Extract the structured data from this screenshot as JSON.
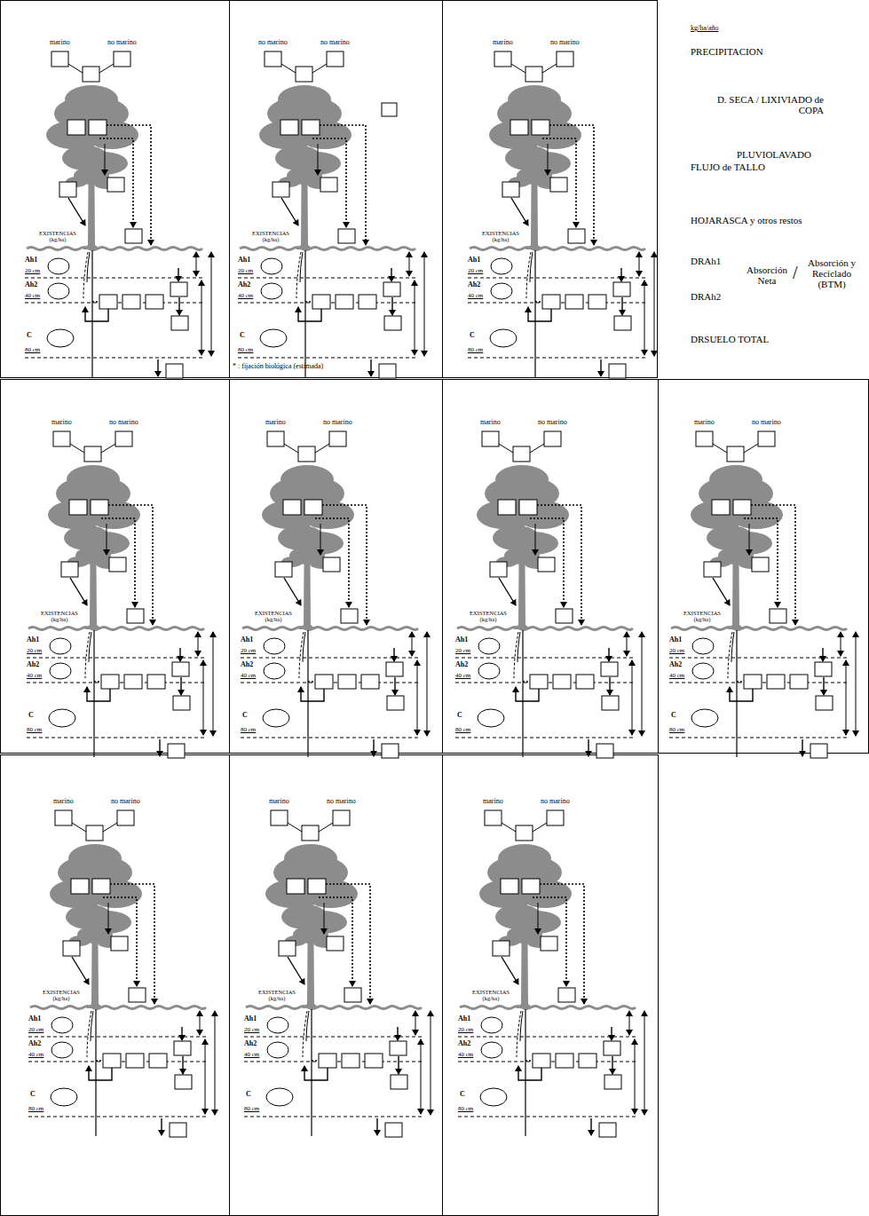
{
  "diagram": {
    "labels": [
      "marino",
      "no marino",
      "EXISTENCIAS (kg/ha)",
      "Ah1",
      "20 cm",
      "Ah2",
      "40 cm",
      "C",
      "80 cm",
      "no marino",
      "no marino",
      "EXISTENCIAS (kg/ha)",
      "Ah1",
      "20 cm",
      "Ah2",
      "40 cm",
      "C",
      "80 cm",
      "* : fijación biológica (estimada)",
      "marino",
      "no marino",
      "EXISTENCIAS (kg/ha)",
      "Ah1",
      "20 cm",
      "Ah2",
      "40 cm",
      "C",
      "80 cm",
      "kg/ha/año",
      "PRECIPITACION",
      "D. SECA / LIXIVIADO de COPA",
      "PLUVIOLAVADO",
      "FLUJO de TALLO",
      "HOJARASCA y otros restos",
      "DRAh1",
      "Absorción Neta",
      "/",
      "Absorción y Reciclado (BTM)",
      "DRAh2",
      "DRSUELO TOTAL",
      "marino",
      "no marino",
      "EXISTENCIAS (kg/ha)",
      "Ah1",
      "20 cm",
      "Ah2",
      "40 cm",
      "C",
      "80 cm",
      "marino",
      "no marino",
      "EXISTENCIAS (kg/ha)",
      "Ah1",
      "20 cm",
      "Ah2",
      "40 cm",
      "C",
      "80 cm",
      "marino",
      "no marino",
      "EXISTENCIAS (kg/ha)",
      "Ah1",
      "20 cm",
      "Ah2",
      "40 cm",
      "C",
      "80 cm",
      "marino",
      "no marino",
      "EXISTENCIAS (kg/ha)",
      "Ah1",
      "20 cm",
      "Ah2",
      "40 cm",
      "C",
      "80 cm",
      "marino",
      "no marino",
      "EXISTENCIAS (kg/ha)",
      "Ah1",
      "20 cm",
      "Ah2",
      "40 cm",
      "C",
      "80 cm",
      "marino",
      "no marino",
      "EXISTENCIAS (kg/ha)",
      "Ah1",
      "20 cm",
      "Ah2",
      "40 cm",
      "C",
      "80 cm",
      "marino",
      "no marino",
      "EXISTENCIAS (kg/ha)",
      "Ah1",
      "20 cm",
      "Ah2",
      "40 cm",
      "C",
      "80 cm"
    ]
  }
}
